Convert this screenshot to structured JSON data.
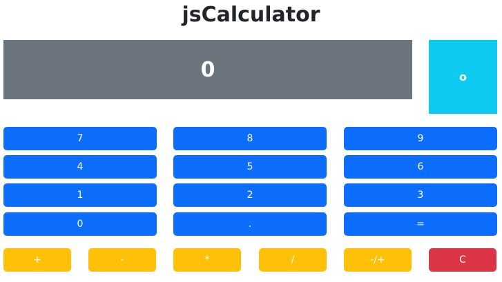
{
  "app": {
    "title": "jsCalculator"
  },
  "display": {
    "value": "0"
  },
  "memory": {
    "value": "o"
  },
  "keypad": {
    "digits": {
      "seven": "7",
      "eight": "8",
      "nine": "9",
      "four": "4",
      "five": "5",
      "six": "6",
      "one": "1",
      "two": "2",
      "three": "3",
      "zero": "0",
      "dot": ".",
      "equals": "="
    },
    "operators": {
      "add": "+",
      "subtract": "-",
      "multiply": "*",
      "divide": "/",
      "negate": "-/+",
      "clear": "C"
    }
  },
  "colors": {
    "display_bg": "#6c757d",
    "memory_bg": "#0dcaf0",
    "digit_bg": "#0d6efd",
    "operator_bg": "#ffc107",
    "clear_bg": "#dc3545"
  }
}
